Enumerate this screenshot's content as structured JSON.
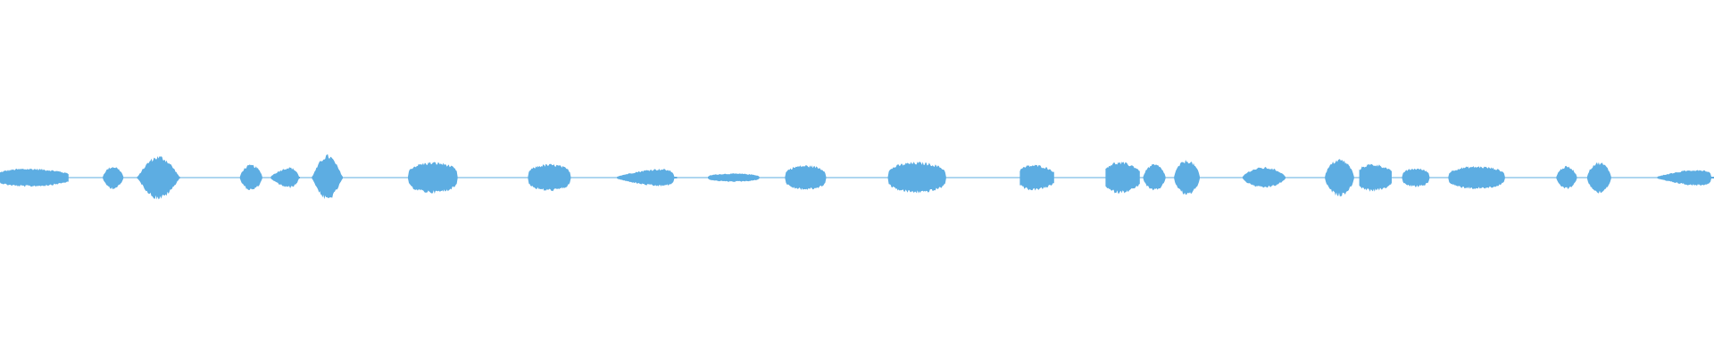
{
  "waveform": {
    "color": "#5dade2",
    "background": "#ffffff",
    "segments": [
      {
        "start": 0.0,
        "end": 0.04,
        "amp": 0.2,
        "shape": "flat-taper"
      },
      {
        "start": 0.06,
        "end": 0.072,
        "amp": 0.22,
        "shape": "bump"
      },
      {
        "start": 0.08,
        "end": 0.105,
        "amp": 0.42,
        "shape": "bell"
      },
      {
        "start": 0.14,
        "end": 0.153,
        "amp": 0.25,
        "shape": "bump"
      },
      {
        "start": 0.158,
        "end": 0.175,
        "amp": 0.22,
        "shape": "rise"
      },
      {
        "start": 0.182,
        "end": 0.2,
        "amp": 0.44,
        "shape": "spike"
      },
      {
        "start": 0.238,
        "end": 0.267,
        "amp": 0.3,
        "shape": "flat"
      },
      {
        "start": 0.308,
        "end": 0.333,
        "amp": 0.26,
        "shape": "flat"
      },
      {
        "start": 0.36,
        "end": 0.395,
        "amp": 0.24,
        "shape": "ramp-up"
      },
      {
        "start": 0.413,
        "end": 0.443,
        "amp": 0.08,
        "shape": "flat"
      },
      {
        "start": 0.458,
        "end": 0.482,
        "amp": 0.24,
        "shape": "flat"
      },
      {
        "start": 0.518,
        "end": 0.552,
        "amp": 0.3,
        "shape": "flat"
      },
      {
        "start": 0.595,
        "end": 0.615,
        "amp": 0.28,
        "shape": "flat-taper"
      },
      {
        "start": 0.645,
        "end": 0.665,
        "amp": 0.34,
        "shape": "flat-taper"
      },
      {
        "start": 0.667,
        "end": 0.68,
        "amp": 0.26,
        "shape": "bump"
      },
      {
        "start": 0.685,
        "end": 0.7,
        "amp": 0.34,
        "shape": "bump"
      },
      {
        "start": 0.725,
        "end": 0.75,
        "amp": 0.2,
        "shape": "bump"
      },
      {
        "start": 0.773,
        "end": 0.79,
        "amp": 0.36,
        "shape": "bump"
      },
      {
        "start": 0.793,
        "end": 0.812,
        "amp": 0.3,
        "shape": "flat-taper"
      },
      {
        "start": 0.818,
        "end": 0.834,
        "amp": 0.18,
        "shape": "flat"
      },
      {
        "start": 0.845,
        "end": 0.878,
        "amp": 0.22,
        "shape": "flat"
      },
      {
        "start": 0.908,
        "end": 0.92,
        "amp": 0.22,
        "shape": "bump"
      },
      {
        "start": 0.926,
        "end": 0.94,
        "amp": 0.3,
        "shape": "bump"
      },
      {
        "start": 0.967,
        "end": 1.0,
        "amp": 0.22,
        "shape": "ramp-up"
      }
    ]
  }
}
